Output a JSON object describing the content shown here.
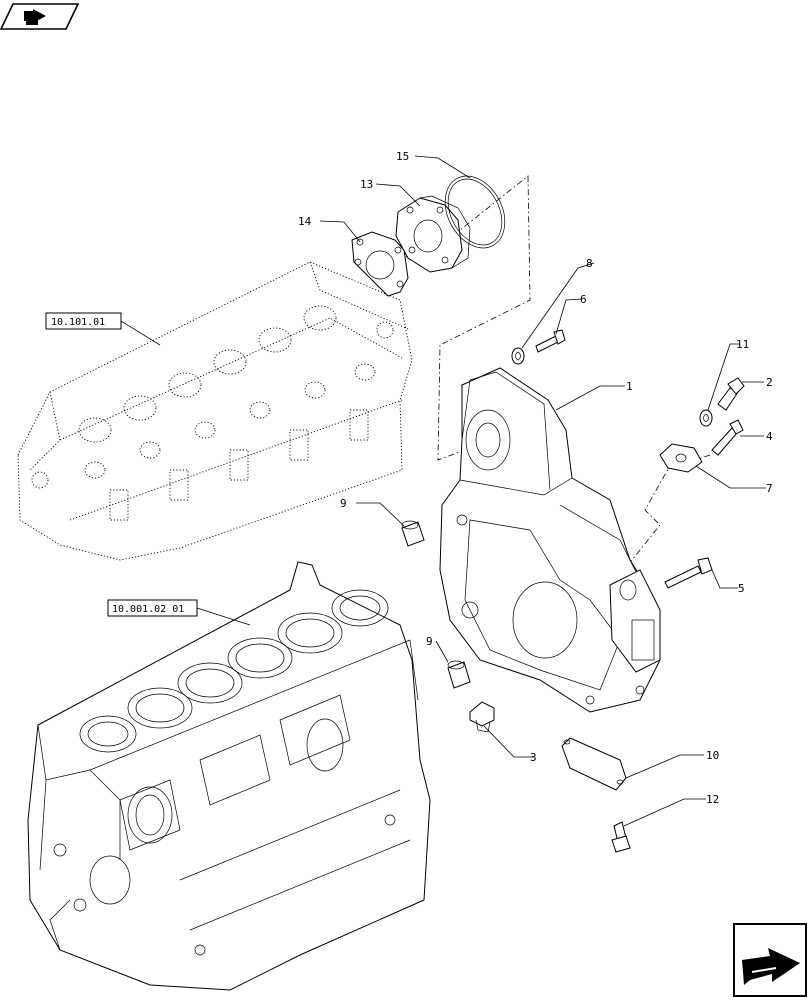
{
  "callouts": [
    {
      "id": "c1",
      "label": "1"
    },
    {
      "id": "c2",
      "label": "2"
    },
    {
      "id": "c3",
      "label": "3"
    },
    {
      "id": "c4",
      "label": "4"
    },
    {
      "id": "c5",
      "label": "5"
    },
    {
      "id": "c6",
      "label": "6"
    },
    {
      "id": "c7",
      "label": "7"
    },
    {
      "id": "c8",
      "label": "8"
    },
    {
      "id": "c9a",
      "label": "9"
    },
    {
      "id": "c9b",
      "label": "9"
    },
    {
      "id": "c10",
      "label": "10"
    },
    {
      "id": "c11",
      "label": "11"
    },
    {
      "id": "c12",
      "label": "12"
    },
    {
      "id": "c13",
      "label": "13"
    },
    {
      "id": "c14",
      "label": "14"
    },
    {
      "id": "c15",
      "label": "15"
    }
  ],
  "references": {
    "cylinder_head": "10.101.01",
    "engine_block": "10.001.02 01"
  },
  "icons": {
    "top_left": "book-arrow-icon",
    "bottom_right": "next-page-arrow-icon"
  }
}
